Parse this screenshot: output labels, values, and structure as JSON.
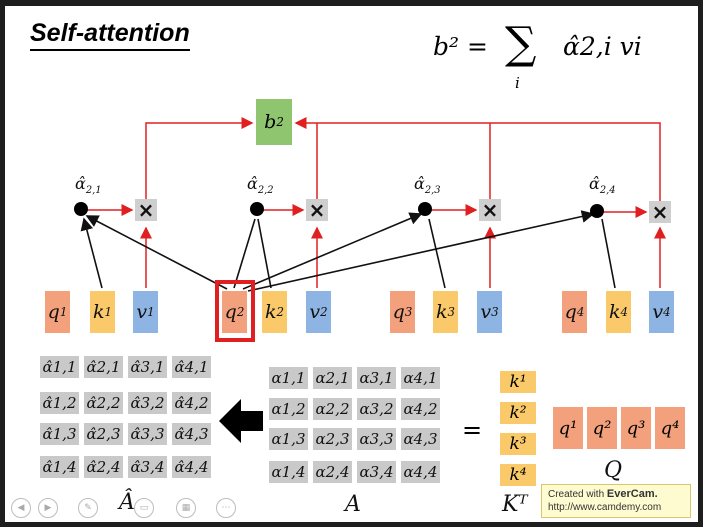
{
  "title": "Self-attention",
  "formula": {
    "lhs": "b² =",
    "sum": "∑",
    "sub": "i",
    "rhs": "α̂2,i vi"
  },
  "b2_label": "b",
  "b2_sup": "2",
  "alphas": [
    {
      "label": "α̂",
      "sub": "2,1"
    },
    {
      "label": "α̂",
      "sub": "2,2"
    },
    {
      "label": "α̂",
      "sub": "2,3"
    },
    {
      "label": "α̂",
      "sub": "2,4"
    }
  ],
  "multiply_symbol": "×",
  "vectors": [
    {
      "kind": "q",
      "name": "q",
      "sup": "1"
    },
    {
      "kind": "k",
      "name": "k",
      "sup": "1"
    },
    {
      "kind": "v",
      "name": "v",
      "sup": "1"
    },
    {
      "kind": "q",
      "name": "q",
      "sup": "2"
    },
    {
      "kind": "k",
      "name": "k",
      "sup": "2"
    },
    {
      "kind": "v",
      "name": "v",
      "sup": "2"
    },
    {
      "kind": "q",
      "name": "q",
      "sup": "3"
    },
    {
      "kind": "k",
      "name": "k",
      "sup": "3"
    },
    {
      "kind": "v",
      "name": "v",
      "sup": "3"
    },
    {
      "kind": "q",
      "name": "q",
      "sup": "4"
    },
    {
      "kind": "k",
      "name": "k",
      "sup": "4"
    },
    {
      "kind": "v",
      "name": "v",
      "sup": "4"
    }
  ],
  "ahat_matrix": [
    [
      "α̂1,1",
      "α̂2,1",
      "α̂3,1",
      "α̂4,1"
    ],
    [
      "α̂1,2",
      "α̂2,2",
      "α̂3,2",
      "α̂4,2"
    ],
    [
      "α̂1,3",
      "α̂2,3",
      "α̂3,3",
      "α̂4,3"
    ],
    [
      "α̂1,4",
      "α̂2,4",
      "α̂3,4",
      "α̂4,4"
    ]
  ],
  "a_matrix": [
    [
      "α1,1",
      "α2,1",
      "α3,1",
      "α4,1"
    ],
    [
      "α1,2",
      "α2,2",
      "α3,2",
      "α4,2"
    ],
    [
      "α1,3",
      "α2,3",
      "α3,3",
      "α4,3"
    ],
    [
      "α1,4",
      "α2,4",
      "α3,4",
      "α4,4"
    ]
  ],
  "ahat_label": "Â",
  "a_label": "A",
  "equals": "=",
  "kt_entries": [
    "k¹",
    "k²",
    "k³",
    "k⁴"
  ],
  "kt_label": "Kᵀ",
  "q_entries": [
    "q¹",
    "q²",
    "q³",
    "q⁴"
  ],
  "q_label": "Q",
  "watermark": {
    "line1": "Created with ",
    "brand": "EverCam.",
    "line2": "http://www.camdemy.com"
  },
  "controls": [
    "◀",
    "▶",
    "✎",
    "▭",
    "▦",
    "⋯"
  ],
  "colors": {
    "q": "#f3a17c",
    "k": "#f9c96a",
    "v": "#8eb4e3",
    "b": "#8ec56e",
    "arrow": "#e02020",
    "highlight": "#e02020"
  }
}
